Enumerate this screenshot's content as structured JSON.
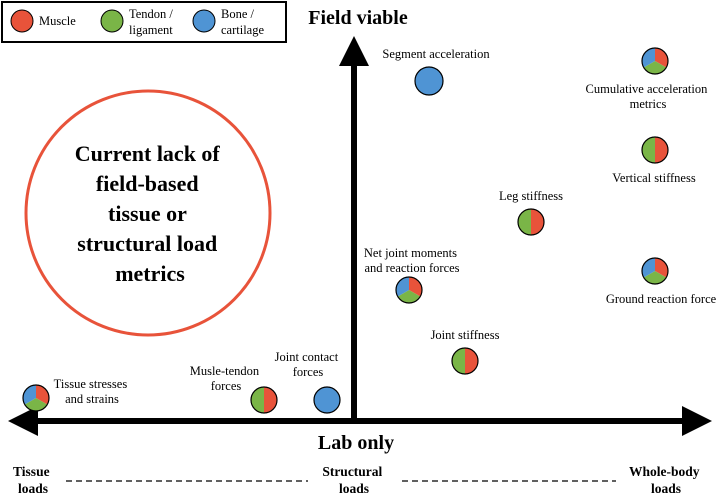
{
  "colors": {
    "muscle": "#e8533a",
    "tendon": "#7ab547",
    "bone": "#4f94d4",
    "axis": "#000000",
    "lack_circle": "#e8533a"
  },
  "legend": {
    "items": [
      {
        "key": "muscle",
        "lines": [
          "Muscle"
        ]
      },
      {
        "key": "tendon",
        "lines": [
          "Tendon /",
          "ligament"
        ]
      },
      {
        "key": "bone",
        "lines": [
          "Bone /",
          "cartilage"
        ]
      }
    ]
  },
  "axes": {
    "vertical_top": "Field viable",
    "vertical_bottom": "Lab only"
  },
  "lack": {
    "lines": [
      "Current lack of",
      "field-based",
      "tissue or",
      "structural load",
      "metrics"
    ]
  },
  "scale": {
    "left": [
      "Tissue",
      "loads"
    ],
    "middle": [
      "Structural",
      "loads"
    ],
    "right": [
      "Whole-body",
      "loads"
    ]
  },
  "metrics": [
    {
      "id": "segment-acceleration",
      "label": [
        "Segment acceleration"
      ],
      "types": [
        "bone"
      ]
    },
    {
      "id": "cumulative-acceleration-metrics",
      "label": [
        "Cumulative acceleration",
        "metrics"
      ],
      "types": [
        "muscle",
        "tendon",
        "bone"
      ]
    },
    {
      "id": "vertical-stiffness",
      "label": [
        "Vertical stiffness"
      ],
      "types": [
        "muscle",
        "tendon"
      ]
    },
    {
      "id": "leg-stiffness",
      "label": [
        "Leg stiffness"
      ],
      "types": [
        "muscle",
        "tendon"
      ]
    },
    {
      "id": "net-joint-moments",
      "label": [
        "Net joint moments",
        "and reaction forces"
      ],
      "types": [
        "muscle",
        "tendon",
        "bone"
      ]
    },
    {
      "id": "ground-reaction-force",
      "label": [
        "Ground reaction force"
      ],
      "types": [
        "muscle",
        "tendon",
        "bone"
      ]
    },
    {
      "id": "joint-stiffness",
      "label": [
        "Joint stiffness"
      ],
      "types": [
        "muscle",
        "tendon"
      ]
    },
    {
      "id": "joint-contact-forces",
      "label": [
        "Joint contact",
        "forces"
      ],
      "types": [
        "bone"
      ]
    },
    {
      "id": "muscle-tendon-forces",
      "label": [
        "Musle-tendon",
        "forces"
      ],
      "types": [
        "muscle",
        "tendon"
      ]
    },
    {
      "id": "tissue-stresses-strains",
      "label": [
        "Tissue stresses",
        "and strains"
      ],
      "types": [
        "muscle",
        "tendon",
        "bone"
      ]
    }
  ]
}
